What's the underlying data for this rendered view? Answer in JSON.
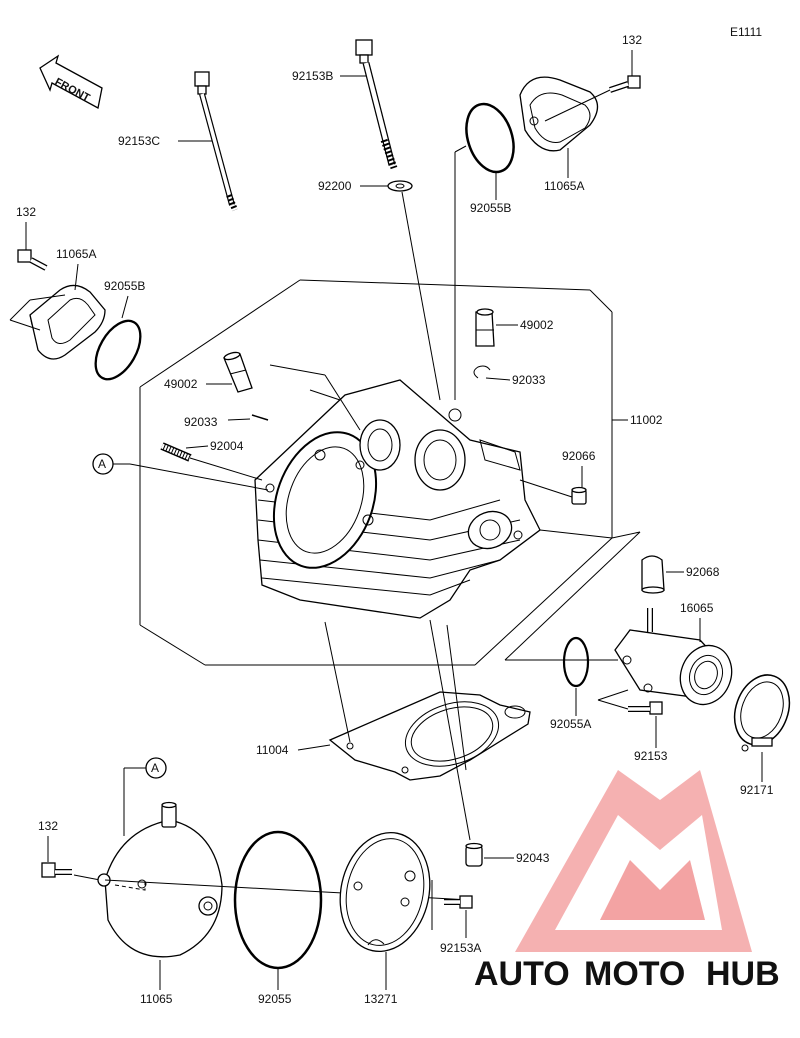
{
  "diagram_code": "E1111",
  "front_label": "FRONT",
  "ref_letter": "A",
  "labels": {
    "p92153C": "92153C",
    "p92153B": "92153B",
    "p132_top": "132",
    "p11065A_top": "11065A",
    "p92200": "92200",
    "p92055B_top": "92055B",
    "p132_left": "132",
    "p11065A_left": "11065A",
    "p92055B_left": "92055B",
    "p49002_right": "49002",
    "p49002_left": "49002",
    "p92033_right": "92033",
    "p92033_left": "92033",
    "p11002": "11002",
    "p92004": "92004",
    "p92066": "92066",
    "p92068": "92068",
    "p16065": "16065",
    "p92055A": "92055A",
    "p92153": "92153",
    "p92171": "92171",
    "p11004": "11004",
    "p132_bottom": "132",
    "p92043": "92043",
    "p92153A": "92153A",
    "p11065": "11065",
    "p92055": "92055",
    "p13271": "13271"
  },
  "watermark": {
    "part1": "AUTO",
    "part2": "MOTO",
    "part3": "HUB"
  },
  "colors": {
    "watermark_red": "#f0a0a0",
    "watermark_orange": "#f4b06a",
    "watermark_gray": "#bfbfbf",
    "line": "#000000"
  }
}
